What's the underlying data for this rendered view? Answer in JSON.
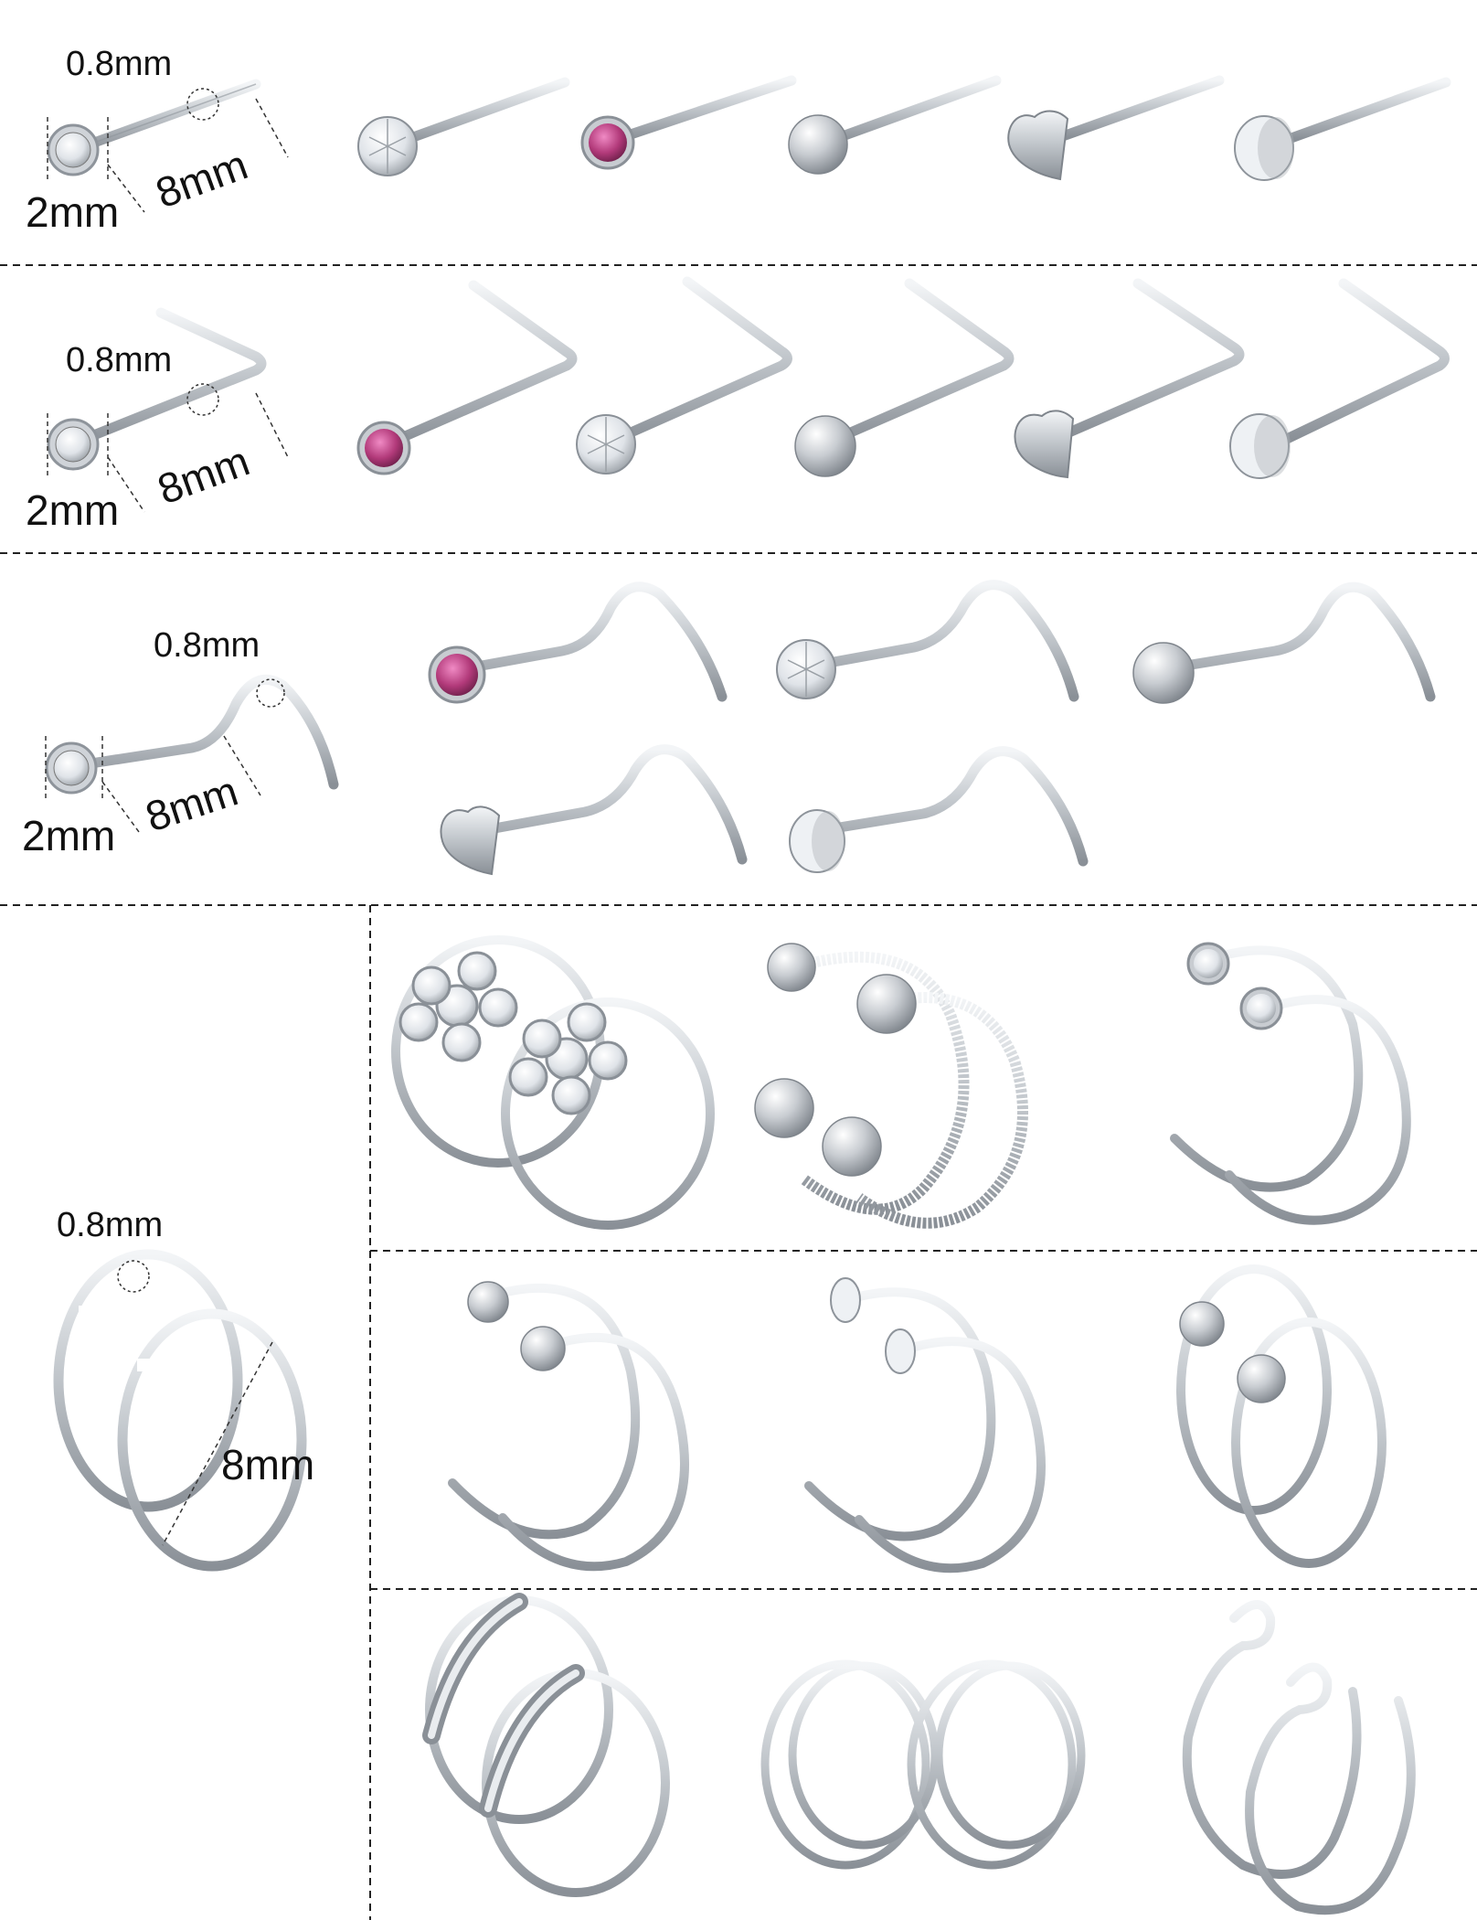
{
  "colors": {
    "background": "#ffffff",
    "metal": "#b9bec4",
    "metal_dark": "#8e949b",
    "metal_light": "#eef1f4",
    "pink_gem": "#b23a7a",
    "clear_gem": "#e6e9ee",
    "divider": "#222222"
  },
  "labels": {
    "gauge": "0.8mm",
    "head": "2mm",
    "length": "8mm"
  },
  "rows": {
    "straight": {
      "sample_head": "clear-gem",
      "heads": [
        "clear-gem",
        "pink-gem",
        "ball",
        "heart",
        "flat-disc"
      ]
    },
    "l_shape": {
      "sample_head": "clear-gem",
      "heads": [
        "pink-gem",
        "clear-gem",
        "ball",
        "heart",
        "flat-disc"
      ]
    },
    "screw": {
      "sample_head": "clear-gem",
      "heads": [
        "pink-gem",
        "clear-gem",
        "ball",
        "heart",
        "flat-disc"
      ]
    },
    "hoops": {
      "row1": [
        "flower-gem-hoops",
        "twisted-ball-hoops",
        "gem-double-hoops"
      ],
      "row2": [
        "ball-double-hoops",
        "flat-double-hoops",
        "ball-end-double-hoops"
      ],
      "row3": [
        "bar-double-hoops",
        "spiral-double-hoops",
        "loop-double-hoops"
      ]
    }
  }
}
